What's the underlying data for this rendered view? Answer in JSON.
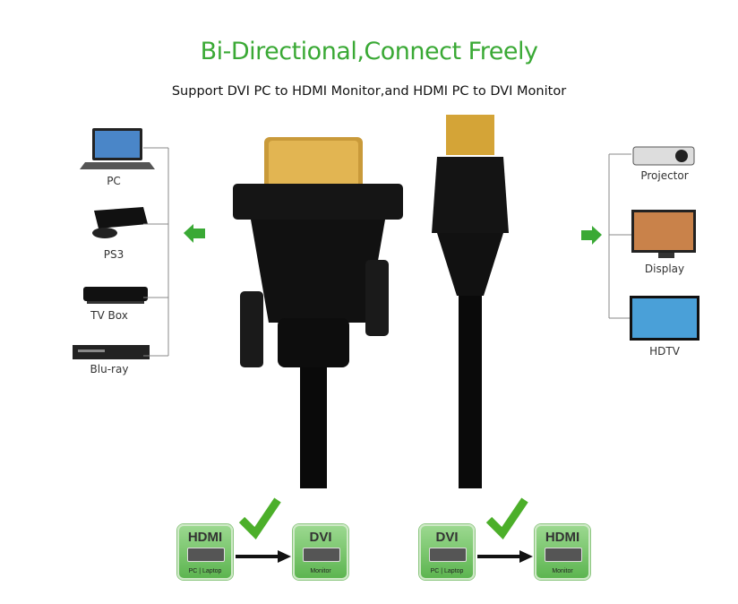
{
  "header": {
    "title": "Bi-Directional,Connect Freely",
    "subtitle": "Support DVI PC to HDMI Monitor,and HDMI PC to DVI Monitor"
  },
  "left_devices": [
    {
      "label": "PC",
      "icon": "laptop-icon"
    },
    {
      "label": "PS3",
      "icon": "game-console-icon"
    },
    {
      "label": "TV Box",
      "icon": "tv-box-icon"
    },
    {
      "label": "Blu-ray",
      "icon": "bluray-player-icon"
    }
  ],
  "right_devices": [
    {
      "label": "Projector",
      "icon": "projector-icon"
    },
    {
      "label": "Display",
      "icon": "monitor-icon"
    },
    {
      "label": "HDTV",
      "icon": "tv-icon"
    }
  ],
  "diagrams": [
    {
      "source": {
        "title": "HDMI",
        "sub": "PC | Laptop"
      },
      "target": {
        "title": "DVI",
        "sub": "Monitor"
      }
    },
    {
      "source": {
        "title": "DVI",
        "sub": "PC | Laptop"
      },
      "target": {
        "title": "HDMI",
        "sub": "Monitor"
      }
    }
  ],
  "colors": {
    "accent": "#3aa935",
    "check": "#4caf2a",
    "gold": "#d4a437"
  }
}
